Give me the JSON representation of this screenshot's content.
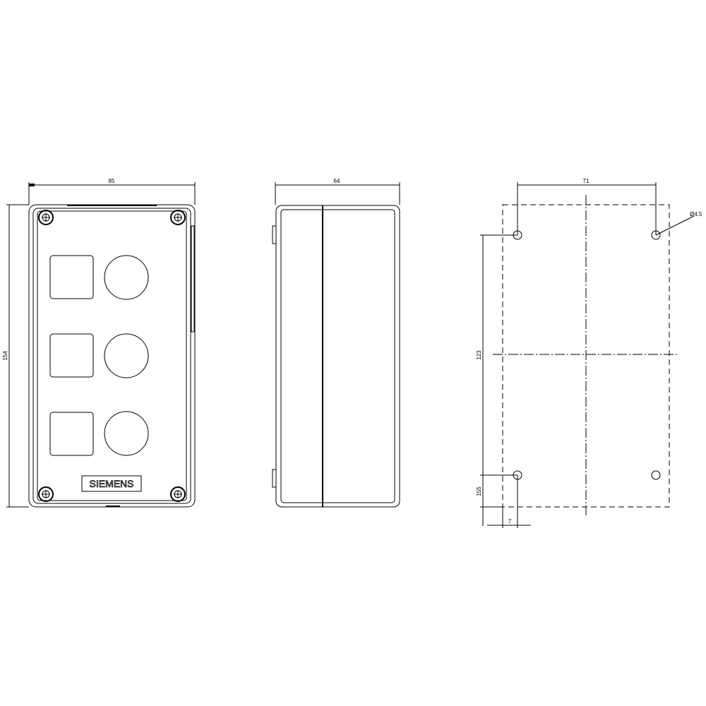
{
  "front_view": {
    "width_dim": "85",
    "height_dim": "154",
    "logo": "SIEMENS",
    "cutouts": [
      "square",
      "circle",
      "square",
      "circle",
      "square",
      "circle"
    ]
  },
  "side_view": {
    "depth_dim": "64"
  },
  "mounting_view": {
    "hole_spacing_x": "71",
    "hole_spacing_y": "123",
    "hole_diameter": "Ø4.5",
    "edge_offset_y": "155",
    "edge_offset_x": "7"
  }
}
